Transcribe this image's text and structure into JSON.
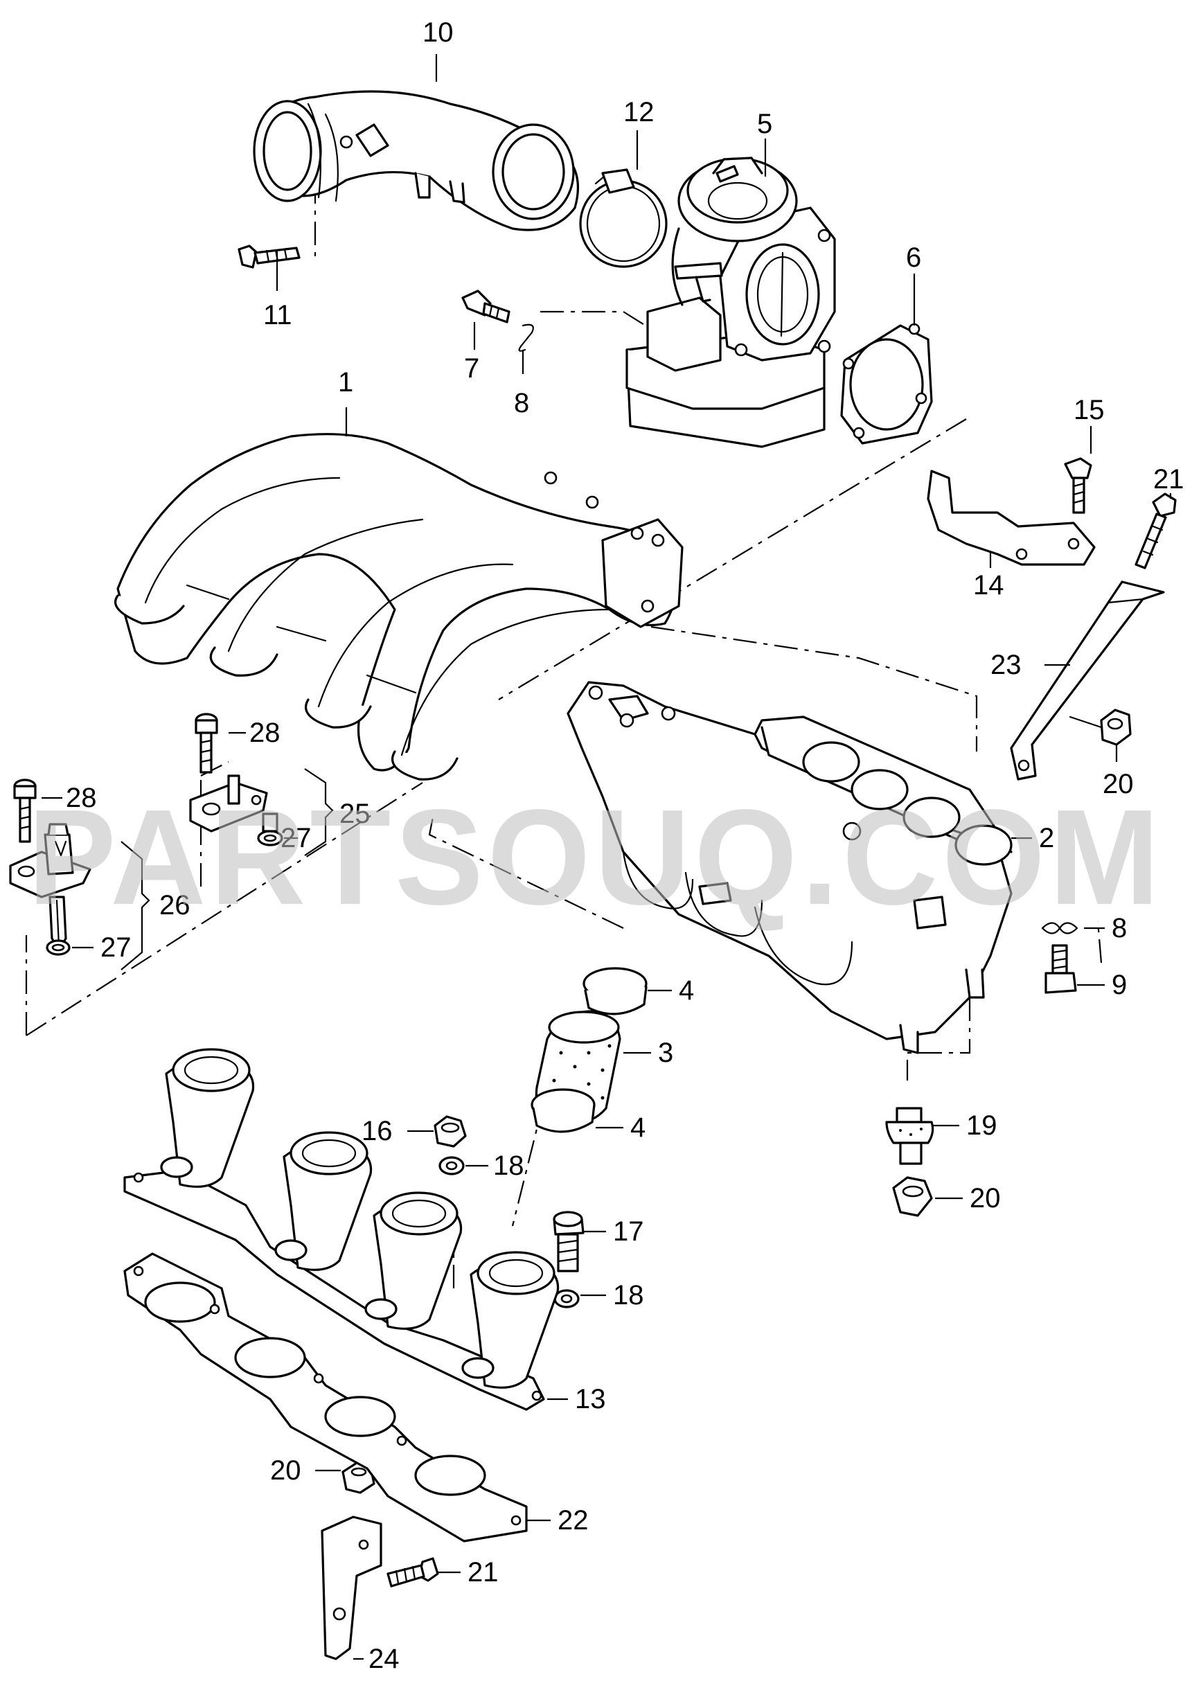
{
  "watermark": "PARTSOUQ.COM",
  "callouts": {
    "c1": "1",
    "c2": "2",
    "c3": "3",
    "c4a": "4",
    "c4b": "4",
    "c5": "5",
    "c6": "6",
    "c7": "7",
    "c8a": "8",
    "c8b": "8",
    "c9": "9",
    "c10": "10",
    "c11": "11",
    "c12": "12",
    "c13": "13",
    "c14": "14",
    "c15": "15",
    "c16": "16",
    "c17": "17",
    "c18a": "18",
    "c18b": "18",
    "c19": "19",
    "c20a": "20",
    "c20b": "20",
    "c20c": "20",
    "c21a": "21",
    "c21b": "21",
    "c22": "22",
    "c23": "23",
    "c24": "24",
    "c25": "25",
    "c26": "26",
    "c27a": "27",
    "c27b": "27",
    "c28a": "28",
    "c28b": "28"
  }
}
